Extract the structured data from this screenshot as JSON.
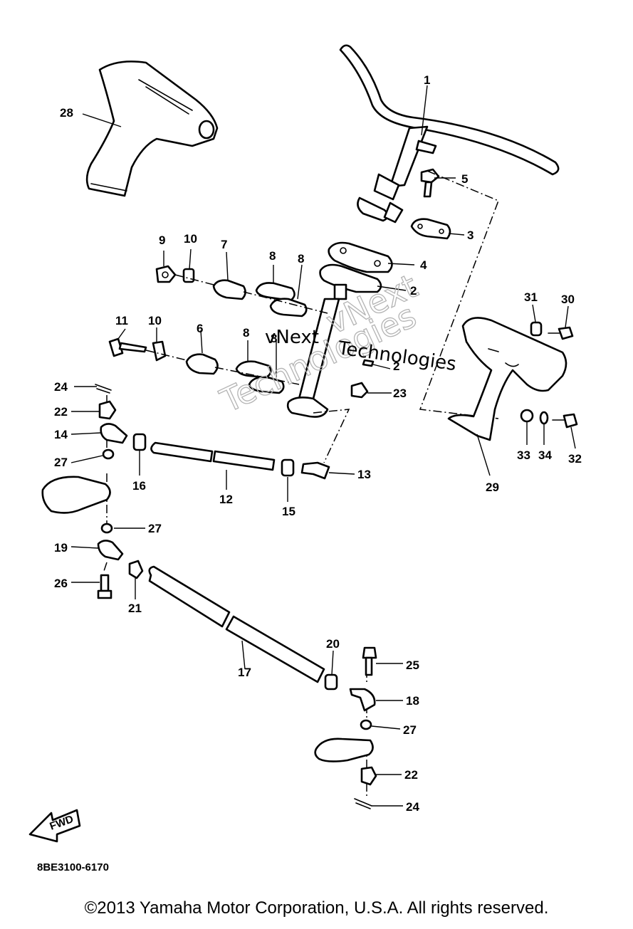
{
  "diagram": {
    "callouts": {
      "p1": "1",
      "p2a": "2",
      "p2b": "2",
      "p3": "3",
      "p4": "4",
      "p5": "5",
      "p6": "6",
      "p7": "7",
      "p8a": "8",
      "p8b": "8",
      "p8c": "8",
      "p8d": "8",
      "p9": "9",
      "p10a": "10",
      "p10b": "10",
      "p11": "11",
      "p12": "12",
      "p13": "13",
      "p14": "14",
      "p15": "15",
      "p16": "16",
      "p17": "17",
      "p18": "18",
      "p19": "19",
      "p20": "20",
      "p21": "21",
      "p22a": "22",
      "p22b": "22",
      "p23": "23",
      "p24a": "24",
      "p24b": "24",
      "p25": "25",
      "p26": "26",
      "p27a": "27",
      "p27b": "27",
      "p27c": "27",
      "p28": "28",
      "p29": "29",
      "p30": "30",
      "p31": "31",
      "p32": "32",
      "p33": "33",
      "p34": "34"
    },
    "fwd_label": "FWD",
    "diagram_code": "8BE3100-6170",
    "watermark": {
      "outline_word1": "vNext",
      "outline_word2": "Technologies",
      "text_word1": "vNext",
      "text_word2": "Technologies"
    }
  },
  "footer": {
    "copyright": "©2013 Yamaha Motor Corporation, U.S.A. All rights reserved."
  }
}
